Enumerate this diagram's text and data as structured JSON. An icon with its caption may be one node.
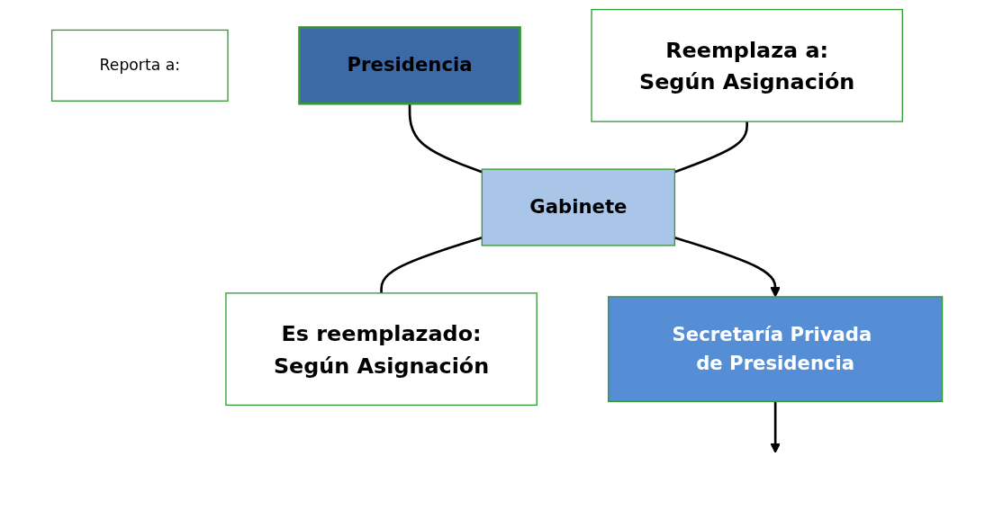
{
  "diagram": {
    "nodes": [
      {
        "text": [
          "Reporta a:"
        ]
      },
      {
        "text": [
          "Presidencia"
        ]
      },
      {
        "text": [
          "Reemplaza a:",
          "Según Asignación"
        ]
      },
      {
        "text": [
          "Gabinete"
        ]
      },
      {
        "text": [
          "Es reemplazado:",
          "Según Asignación"
        ]
      },
      {
        "text": [
          "Secretaría Privada de Presidencia"
        ]
      }
    ],
    "edges": [
      {
        "from": 1,
        "to": 3,
        "arrow": "none"
      },
      {
        "from": 2,
        "to": 3,
        "arrow": "none"
      },
      {
        "from": 3,
        "to": 4,
        "arrow": "none"
      },
      {
        "from": 3,
        "to": 5,
        "arrow": "to"
      },
      {
        "from": 5,
        "to": null,
        "arrow": "to"
      }
    ]
  }
}
